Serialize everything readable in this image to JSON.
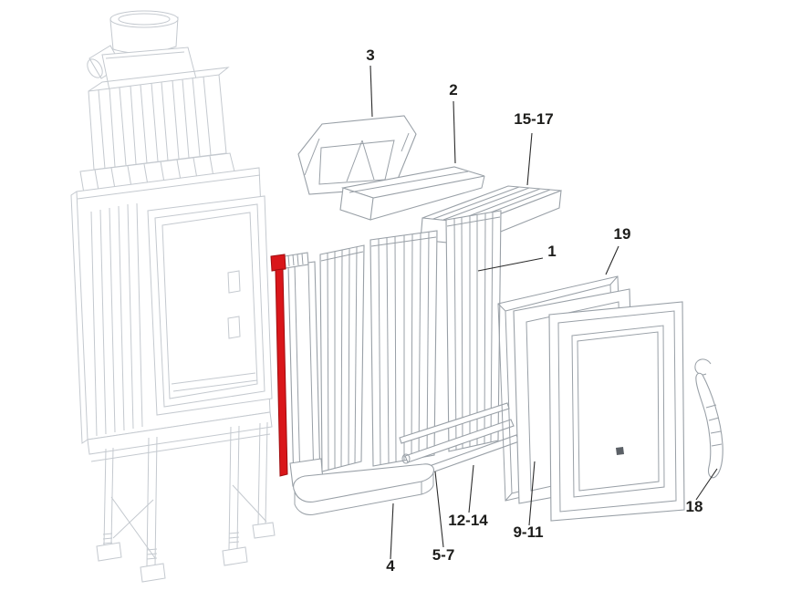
{
  "diagram": {
    "background": "#ffffff",
    "colors": {
      "highlight": "#d9161a",
      "body_line": "#c4c9cf",
      "part_line": "#99a0a7",
      "label_text": "#1d1d1b",
      "leader_line": "#2b2b2b"
    },
    "labels": {
      "part_3": "3",
      "part_2": "2",
      "part_15_17": "15-17",
      "part_1": "1",
      "part_19": "19",
      "part_18": "18",
      "part_12_14": "12-14",
      "part_9_11": "9-11",
      "part_5_7": "5-7",
      "part_4": "4"
    }
  }
}
